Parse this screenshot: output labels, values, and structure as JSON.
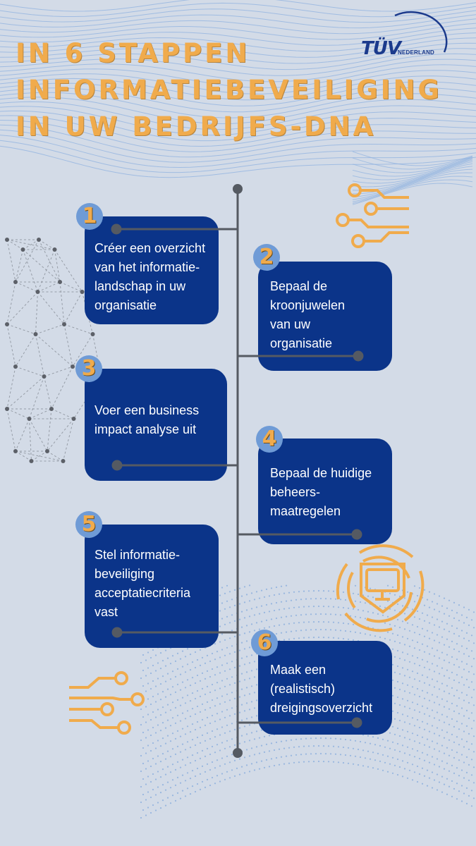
{
  "title": {
    "line1": "IN 6 STAPPEN",
    "line2": "INFORMATIEBEVEILIGING",
    "line3": "IN UW BEDRIJFS-DNA"
  },
  "logo": {
    "brand": "TÜV",
    "sub": "NEDERLAND"
  },
  "steps": [
    {
      "number": "1",
      "text": "Créer een overzicht\nvan het informatie-\nlandschap in uw\norganisatie"
    },
    {
      "number": "2",
      "text": "Bepaal de\nkroonjuwelen\nvan uw\norganisatie"
    },
    {
      "number": "3",
      "text": "Voer een business\nimpact analyse uit"
    },
    {
      "number": "4",
      "text": "Bepaal de huidige\nbeheers-\nmaatregelen"
    },
    {
      "number": "5",
      "text": "Stel informatie-\nbeveiliging\nacceptatiecriteria\nvast"
    },
    {
      "number": "6",
      "text": " Maak een\n(realistisch)\ndreigingsoverzicht"
    }
  ],
  "colors": {
    "background": "#d3dbe7",
    "box": "#0b3489",
    "accent": "#f0ab4c",
    "badge": "#6f9bd6",
    "line": "#555a62",
    "wave": "#8fb2e0"
  }
}
